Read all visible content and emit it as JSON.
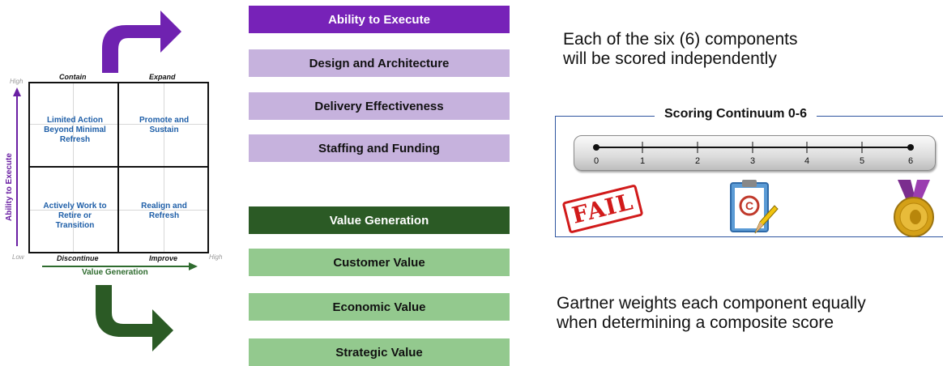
{
  "matrix": {
    "quadrant_headers": {
      "top_left": "Contain",
      "top_right": "Expand",
      "bottom_left": "Discontinue",
      "bottom_right": "Improve"
    },
    "quadrants": {
      "top_left": "Limited Action Beyond Minimal Refresh",
      "top_right": "Promote and Sustain",
      "bottom_left": "Actively Work to Retire or Transition",
      "bottom_right": "Realign and Refresh"
    },
    "axis": {
      "high_y": "High",
      "low": "Low",
      "high_x": "High",
      "y_label": "Ability to Execute",
      "x_label": "Value Generation"
    }
  },
  "execute_group": {
    "header": "Ability to Execute",
    "items": [
      "Design and Architecture",
      "Delivery Effectiveness",
      "Staffing and Funding"
    ]
  },
  "value_group": {
    "header": "Value Generation",
    "items": [
      "Customer Value",
      "Economic Value",
      "Strategic Value"
    ]
  },
  "notes": {
    "top_line1": "Each of the six (6) components",
    "top_line2": "will be scored independently",
    "bottom_line1": "Gartner weights each component equally",
    "bottom_line2": "when determining a composite score"
  },
  "scoring": {
    "title": "Scoring Continuum 0-6",
    "ticks": [
      "0",
      "1",
      "2",
      "3",
      "4",
      "5",
      "6"
    ],
    "fail_stamp": "FAIL"
  },
  "colors": {
    "purple": "#7722b8",
    "green": "#2b5a25",
    "blue_text": "#1f5fa8",
    "frame": "#2f55a0"
  },
  "icons": [
    "arrow-up-right-icon",
    "arrow-down-right-icon",
    "fail-stamp-icon",
    "clipboard-icon",
    "medal-icon"
  ]
}
